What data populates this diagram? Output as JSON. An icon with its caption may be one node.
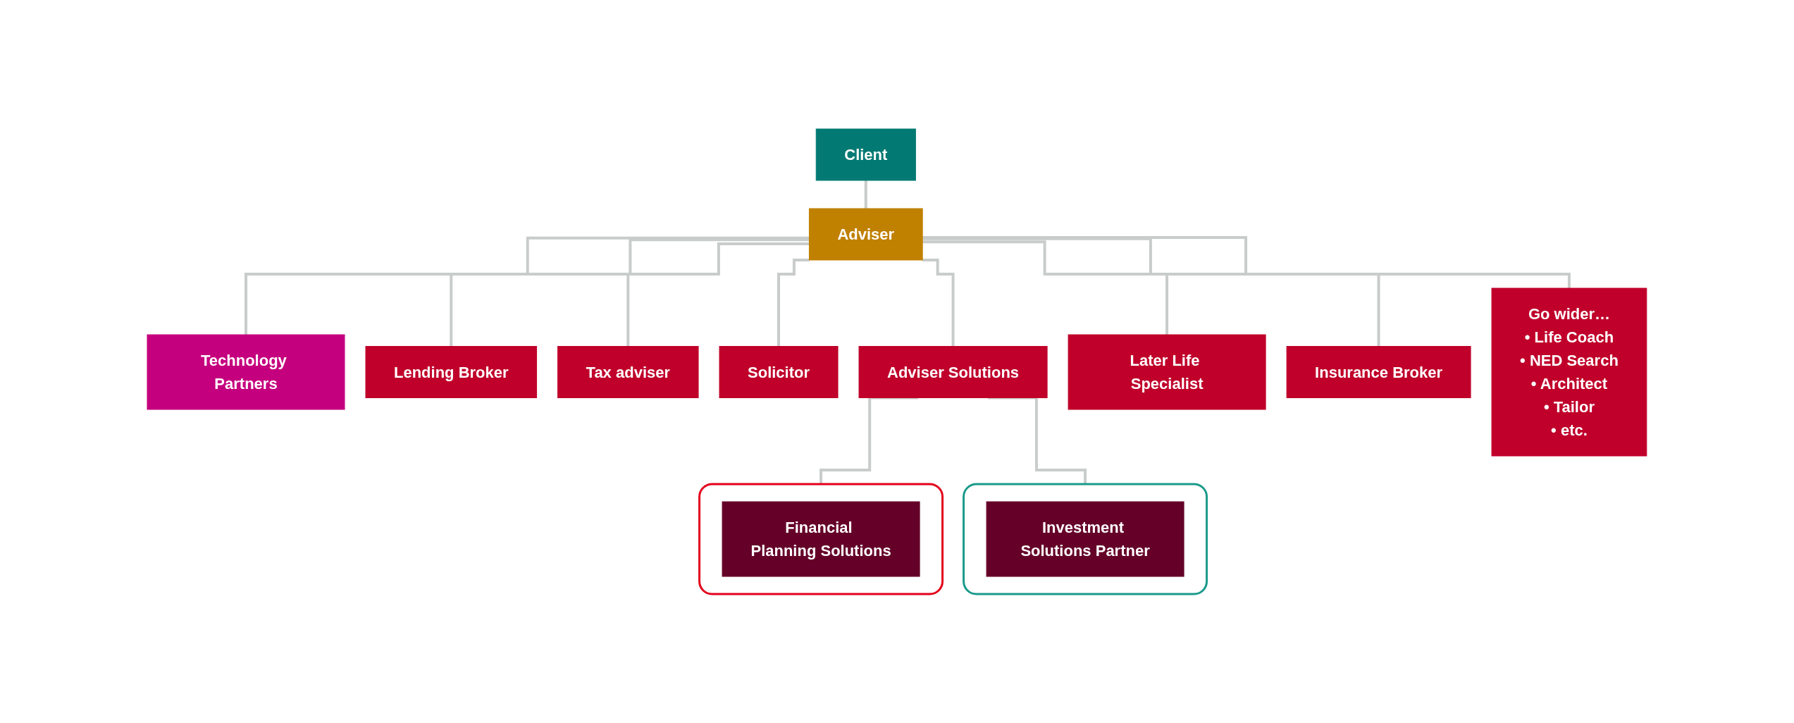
{
  "diagram": {
    "nodes": [
      {
        "text": [
          "Client"
        ]
      },
      {
        "text": [
          "Adviser"
        ]
      },
      {
        "text": [
          "Technology Partners"
        ]
      },
      {
        "text": [
          "Lending Broker"
        ]
      },
      {
        "text": [
          "Tax adviser"
        ]
      },
      {
        "text": [
          "Solicitor"
        ]
      },
      {
        "text": [
          "Adviser Solutions"
        ]
      },
      {
        "text": [
          "Later Life Specialist"
        ]
      },
      {
        "text": [
          "Insurance Broker"
        ]
      },
      {
        "text": [
          "Go wider…",
          "• Life Coach",
          "• NED Search",
          "• Architect",
          "• Tailor",
          "• etc."
        ]
      },
      {
        "text": [],
        "shape": "box"
      },
      {
        "text": [
          "Financial Planning Solutions"
        ],
        "in": 10
      },
      {
        "text": [],
        "shape": "box"
      },
      {
        "text": [
          "Investment Solutions Partner"
        ],
        "in": 12
      }
    ],
    "edges": [
      {
        "from": 0,
        "to": 1,
        "arrow": "none"
      },
      {
        "from": 1,
        "to": 2,
        "arrow": "none"
      },
      {
        "from": 1,
        "to": 3,
        "arrow": "none"
      },
      {
        "from": 1,
        "to": 4,
        "arrow": "none"
      },
      {
        "from": 1,
        "to": 5,
        "arrow": "none"
      },
      {
        "from": 1,
        "to": 6,
        "arrow": "none"
      },
      {
        "from": 1,
        "to": 7,
        "arrow": "none"
      },
      {
        "from": 1,
        "to": 8,
        "arrow": "none"
      },
      {
        "from": 1,
        "to": 9,
        "arrow": "none"
      },
      {
        "from": 6,
        "to": 10,
        "arrow": "none"
      },
      {
        "from": 6,
        "to": 12,
        "arrow": "none"
      }
    ]
  }
}
